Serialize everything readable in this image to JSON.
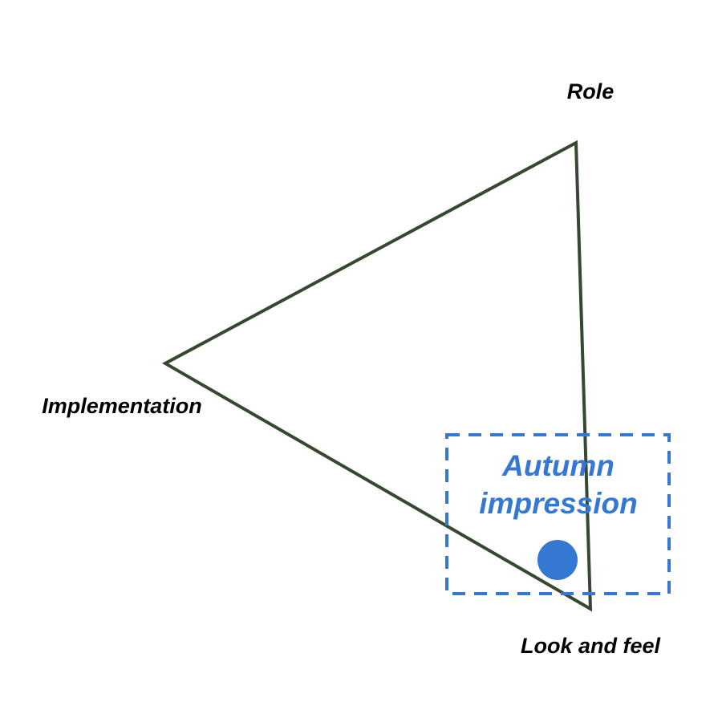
{
  "vertices": {
    "top": {
      "label": "Role"
    },
    "left": {
      "label": "Implementation"
    },
    "bottom": {
      "label": "Look and feel"
    }
  },
  "callout": {
    "line1": "Autumn",
    "line2": "impression"
  },
  "colors": {
    "triangle_stroke": "#354830",
    "accent": "#3478d4",
    "label": "#000000"
  }
}
